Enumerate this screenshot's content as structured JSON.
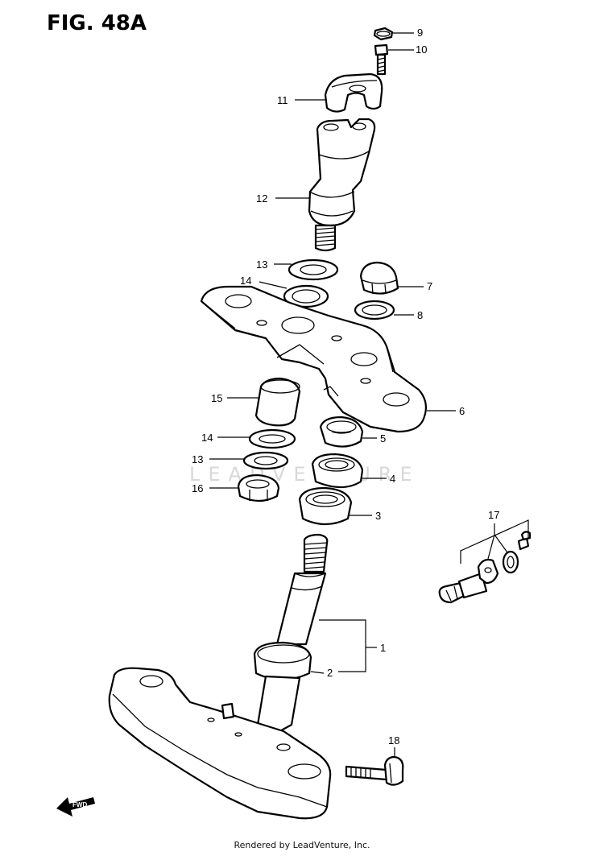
{
  "figure": {
    "title": "FIG. 48A",
    "watermark": "LEADVENTURE",
    "footer": "Rendered by LeadVenture, Inc.",
    "fwd_label": "FWD"
  },
  "callouts": {
    "c1": "1",
    "c2": "2",
    "c3": "3",
    "c4": "4",
    "c5": "5",
    "c6": "6",
    "c7": "7",
    "c8": "8",
    "c9": "9",
    "c10": "10",
    "c11": "11",
    "c12": "12",
    "c13a": "13",
    "c13b": "13",
    "c14a": "14",
    "c14b": "14",
    "c15": "15",
    "c16": "16",
    "c17": "17",
    "c18": "18"
  }
}
